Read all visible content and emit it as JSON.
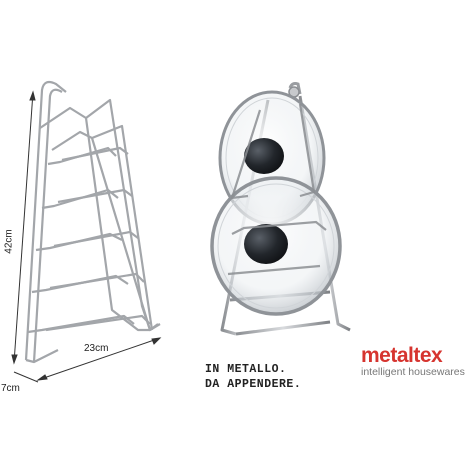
{
  "dimensions": {
    "height": "42cm",
    "width": "23cm",
    "depth": "7cm"
  },
  "caption": {
    "line1": "IN METALLO.",
    "line2": "DA APPENDERE."
  },
  "brand": {
    "name": "metaltex",
    "tagline": "intelligent housewares",
    "color": "#d6342f"
  }
}
